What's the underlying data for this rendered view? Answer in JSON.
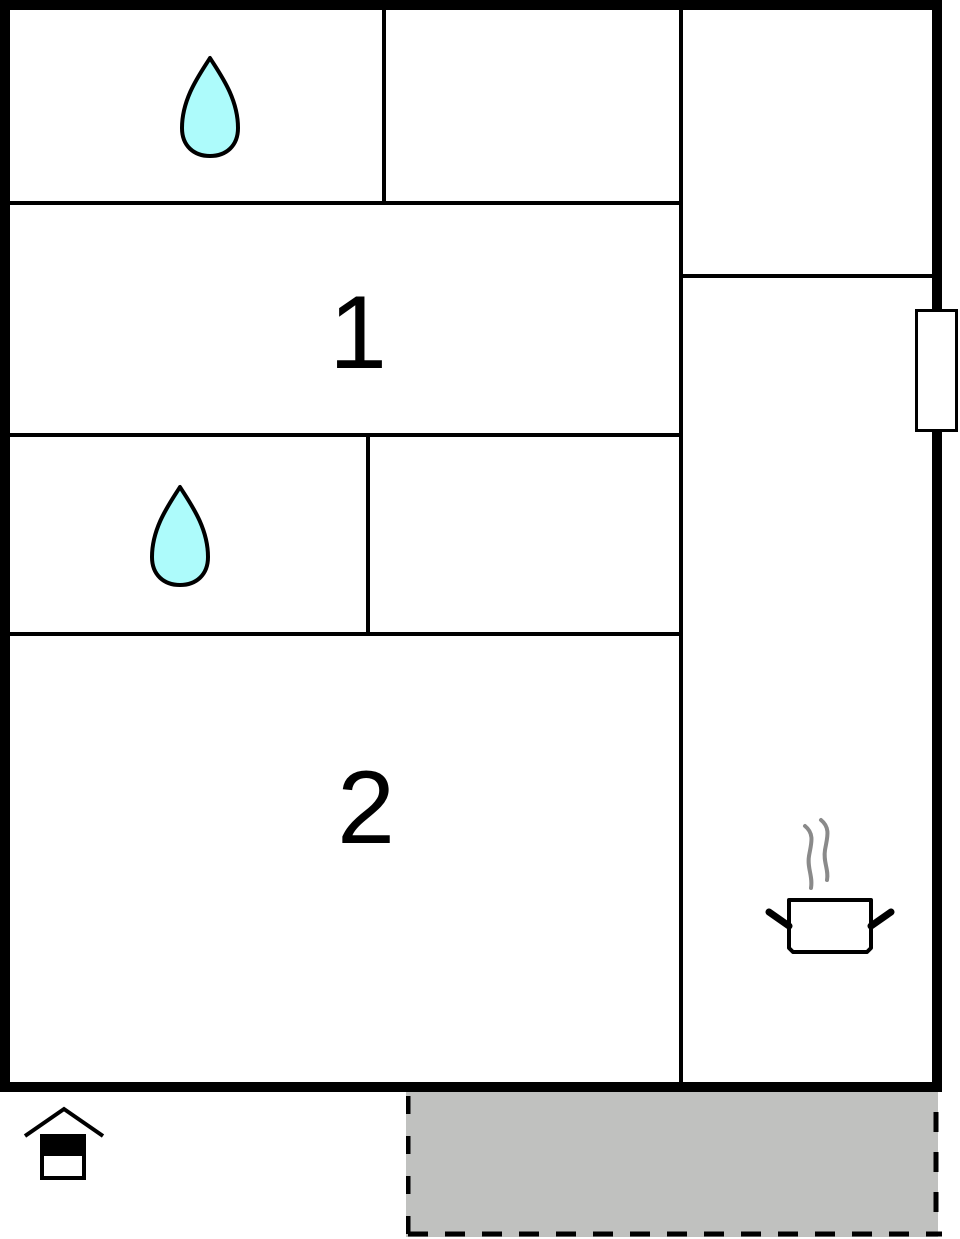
{
  "floorplan": {
    "colors": {
      "wall": "#000000",
      "water_fill": "#adfbfb",
      "terrace_fill": "#c0c1bf",
      "steam": "#8a8a8a",
      "background": "#ffffff"
    },
    "rooms": [
      {
        "id": "bathroom-1",
        "type": "bathroom",
        "icon": "water-drop-icon"
      },
      {
        "id": "room-top-middle",
        "type": "unlabeled"
      },
      {
        "id": "room-top-right",
        "type": "unlabeled"
      },
      {
        "id": "bedroom-1",
        "type": "bedroom",
        "label": "1"
      },
      {
        "id": "bathroom-2",
        "type": "bathroom",
        "icon": "water-drop-icon"
      },
      {
        "id": "room-middle-right",
        "type": "unlabeled"
      },
      {
        "id": "bedroom-2",
        "type": "bedroom",
        "label": "2"
      },
      {
        "id": "kitchen-living",
        "type": "kitchen",
        "icon": "cooking-pot-icon"
      }
    ],
    "labels": {
      "bedroom_1": "1",
      "bedroom_2": "2"
    },
    "features": {
      "window": "window-icon",
      "entrance": "house-entrance-icon",
      "terrace": "terrace-area"
    }
  }
}
